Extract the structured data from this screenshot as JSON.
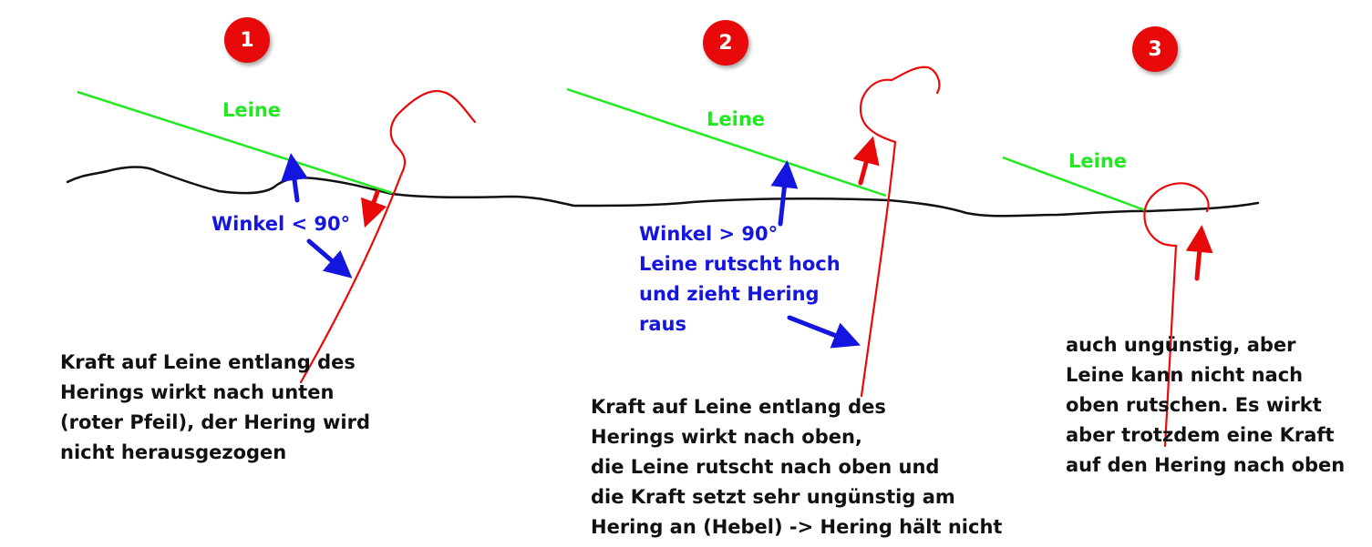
{
  "badges": [
    "1",
    "2",
    "3"
  ],
  "panel1": {
    "line_label": "Leine",
    "angle_label": "Winkel < 90°",
    "description": "Kraft auf Leine entlang des\nHerings wirkt nach unten\n(roter Pfeil), der Hering wird\nnicht herausgezogen"
  },
  "panel2": {
    "line_label": "Leine",
    "angle_label": "Winkel > 90°\nLeine rutscht hoch\nund zieht Hering\nraus",
    "description": "Kraft auf Leine entlang des\nHerings wirkt nach oben,\ndie Leine rutscht nach oben und\ndie Kraft setzt sehr ungünstig am\nHering an (Hebel) -> Hering hält nicht"
  },
  "panel3": {
    "line_label": "Leine",
    "description": "auch ungünstig, aber\nLeine kann nicht nach\noben rutschen. Es wirkt\naber trotzdem eine Kraft\nauf den Hering nach oben"
  },
  "colors": {
    "line": "#22e822",
    "force": "#e80a0a",
    "angle": "#1515e0",
    "ground": "#111111",
    "badge": "#e80a0a"
  }
}
